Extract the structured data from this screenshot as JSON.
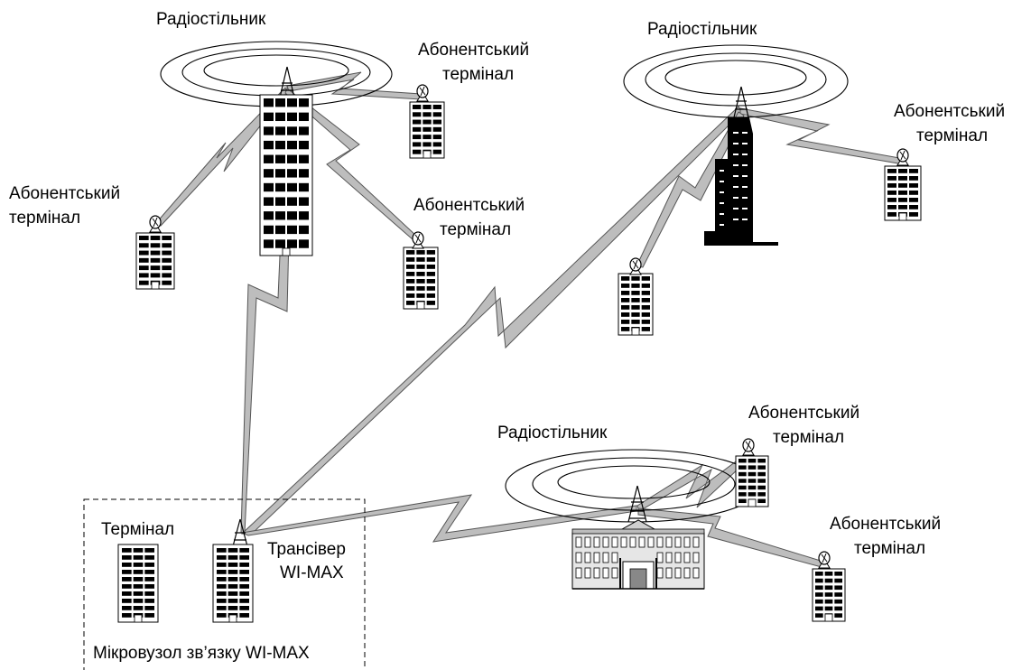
{
  "labels": {
    "cell_top_left": "Радіостільник",
    "cell_top_right": "Радіостільник",
    "cell_bottom": "Радіостільник",
    "sub_tl_right_1": "Абонентський",
    "sub_tl_right_2": "термінал",
    "sub_tl_left_1": "Абонентський",
    "sub_tl_left_2": "термінал",
    "sub_tl_mid_1": "Абонентський",
    "sub_tl_mid_2": "термінал",
    "sub_tr_1": "Абонентський",
    "sub_tr_2": "термінал",
    "sub_b_top_1": "Абонентський",
    "sub_b_top_2": "термінал",
    "sub_b_right_1": "Абонентський",
    "sub_b_right_2": "термінал",
    "terminal": "Термінал",
    "transceiver_1": "Трансівер",
    "transceiver_2": "WI-MAX",
    "microhub": "Мікровузол зв’язку WI-MAX"
  },
  "colors": {
    "link_fill": "#bdbdbd",
    "link_stroke": "#555555",
    "building_window": "#000000",
    "building_outline": "#000000"
  },
  "icons": [
    "radio-tower-icon",
    "building-icon",
    "subscriber-antenna-icon",
    "skyscraper-icon",
    "administrative-building-icon"
  ]
}
